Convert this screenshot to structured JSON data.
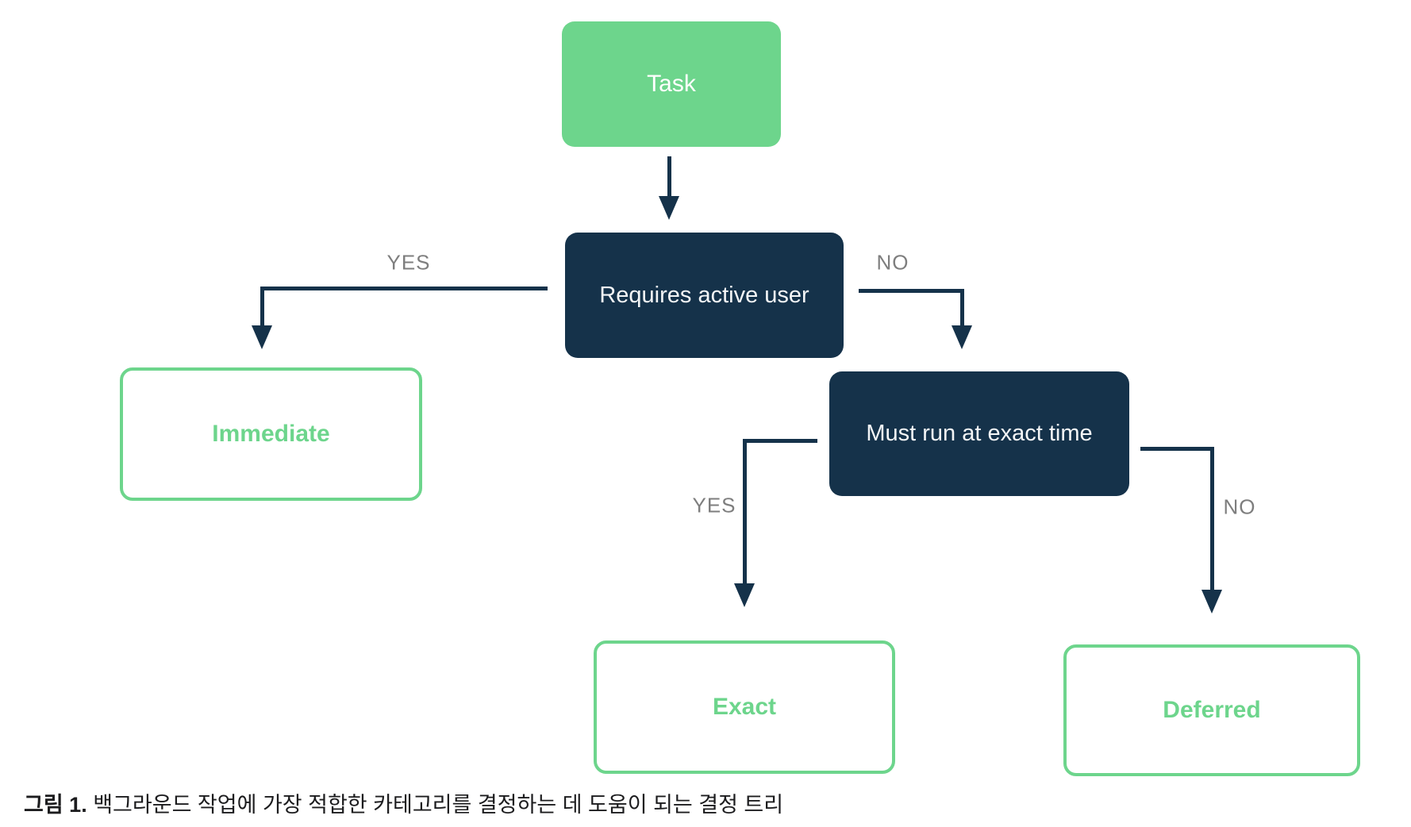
{
  "diagram": {
    "title_hint": "Background work decision tree",
    "colors": {
      "node_green_fill": "#6DD58C",
      "node_navy_fill": "#15324A",
      "outcome_border_green": "#6DD58C",
      "outcome_text_green": "#6DD58C",
      "connector_navy": "#15324A",
      "edge_label_gray": "#7E7E7E",
      "node_text_white": "#FFFFFF",
      "caption_text": "#1C1C1E",
      "background": "#FFFFFF"
    },
    "nodes": {
      "task": {
        "label": "Task",
        "kind": "start"
      },
      "requires_active_user": {
        "label": "Requires active user",
        "kind": "decision"
      },
      "must_run_at_exact_time": {
        "label": "Must run at exact time",
        "kind": "decision"
      },
      "immediate": {
        "label": "Immediate",
        "kind": "outcome"
      },
      "exact": {
        "label": "Exact",
        "kind": "outcome"
      },
      "deferred": {
        "label": "Deferred",
        "kind": "outcome"
      }
    },
    "edges": [
      {
        "from": "task",
        "to": "requires_active_user",
        "label": ""
      },
      {
        "from": "requires_active_user",
        "to": "immediate",
        "label": "YES"
      },
      {
        "from": "requires_active_user",
        "to": "must_run_at_exact_time",
        "label": "NO"
      },
      {
        "from": "must_run_at_exact_time",
        "to": "exact",
        "label": "YES"
      },
      {
        "from": "must_run_at_exact_time",
        "to": "deferred",
        "label": "NO"
      }
    ]
  },
  "caption": {
    "figure_label": "그림 1.",
    "text": "백그라운드 작업에 가장 적합한 카테고리를 결정하는 데 도움이 되는 결정 트리"
  }
}
